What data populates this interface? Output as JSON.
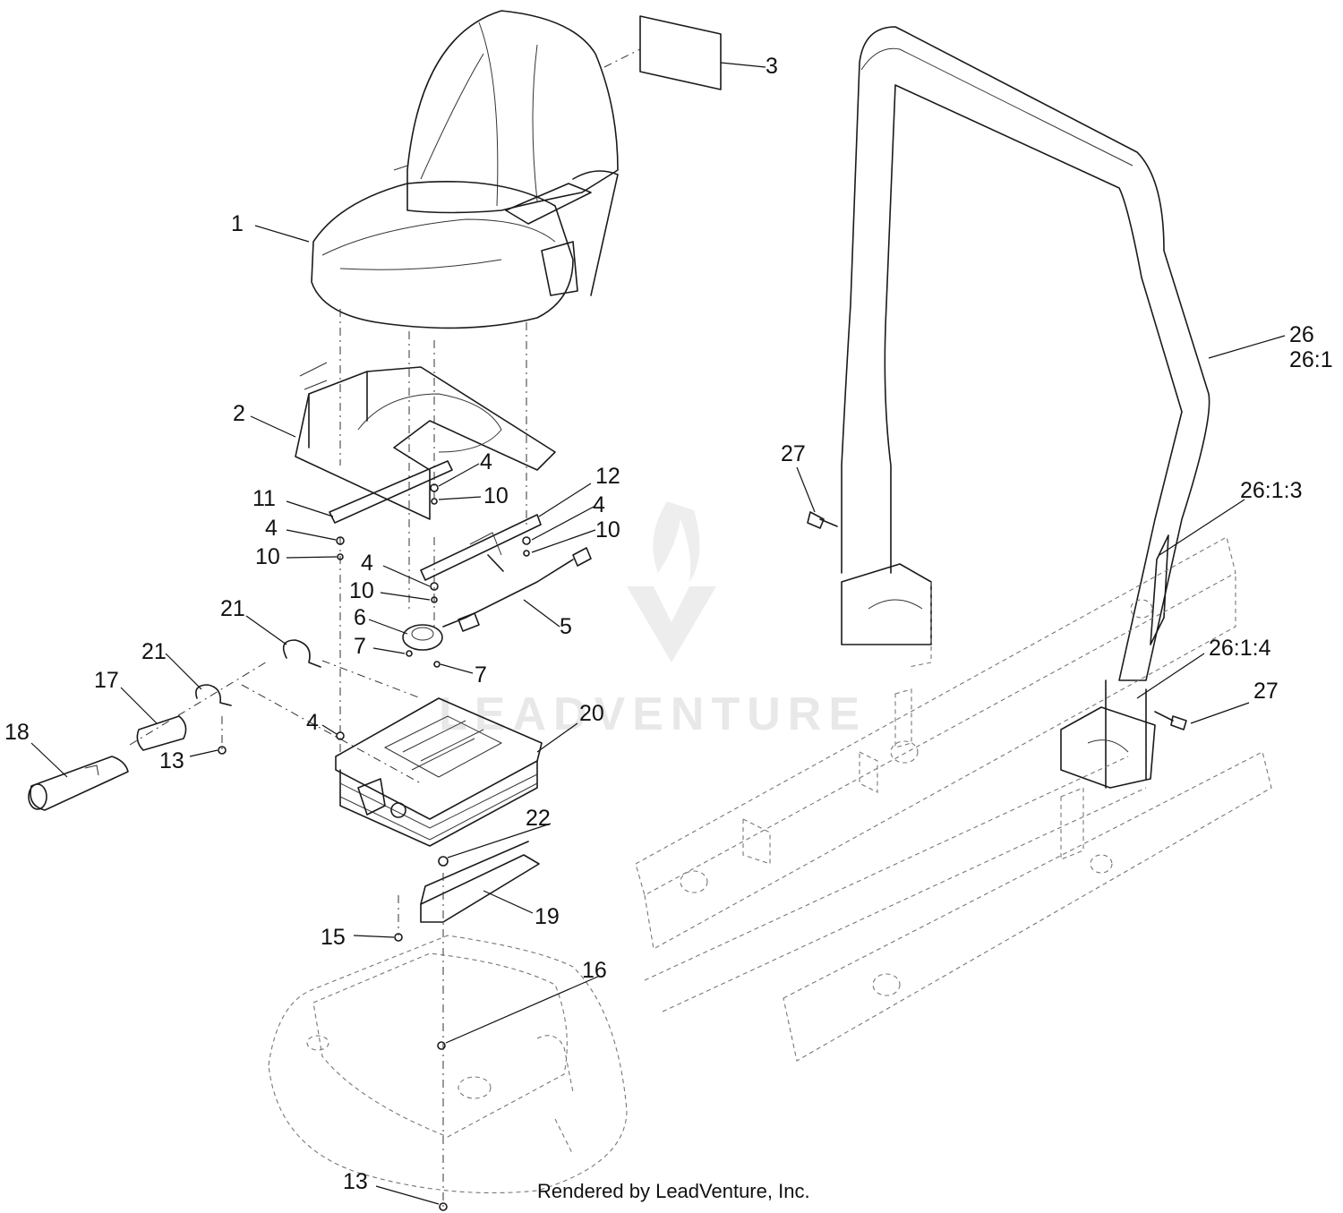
{
  "watermark": "LEADVENTURE",
  "credit": "Rendered by LeadVenture, Inc.",
  "callouts": {
    "c1": "1",
    "c2": "2",
    "c3": "3",
    "c4a": "4",
    "c4b": "4",
    "c4c": "4",
    "c4d": "4",
    "c4e": "4",
    "c5": "5",
    "c6": "6",
    "c7a": "7",
    "c7b": "7",
    "c10a": "10",
    "c10b": "10",
    "c10c": "10",
    "c10d": "10",
    "c11": "11",
    "c12": "12",
    "c13a": "13",
    "c13b": "13",
    "c15": "15",
    "c16": "16",
    "c17": "17",
    "c18": "18",
    "c19": "19",
    "c20": "20",
    "c21a": "21",
    "c21b": "21",
    "c22": "22",
    "c26": "26",
    "c26_1": "26:1",
    "c26_1_3": "26:1:3",
    "c26_1_4": "26:1:4",
    "c27a": "27",
    "c27b": "27"
  }
}
